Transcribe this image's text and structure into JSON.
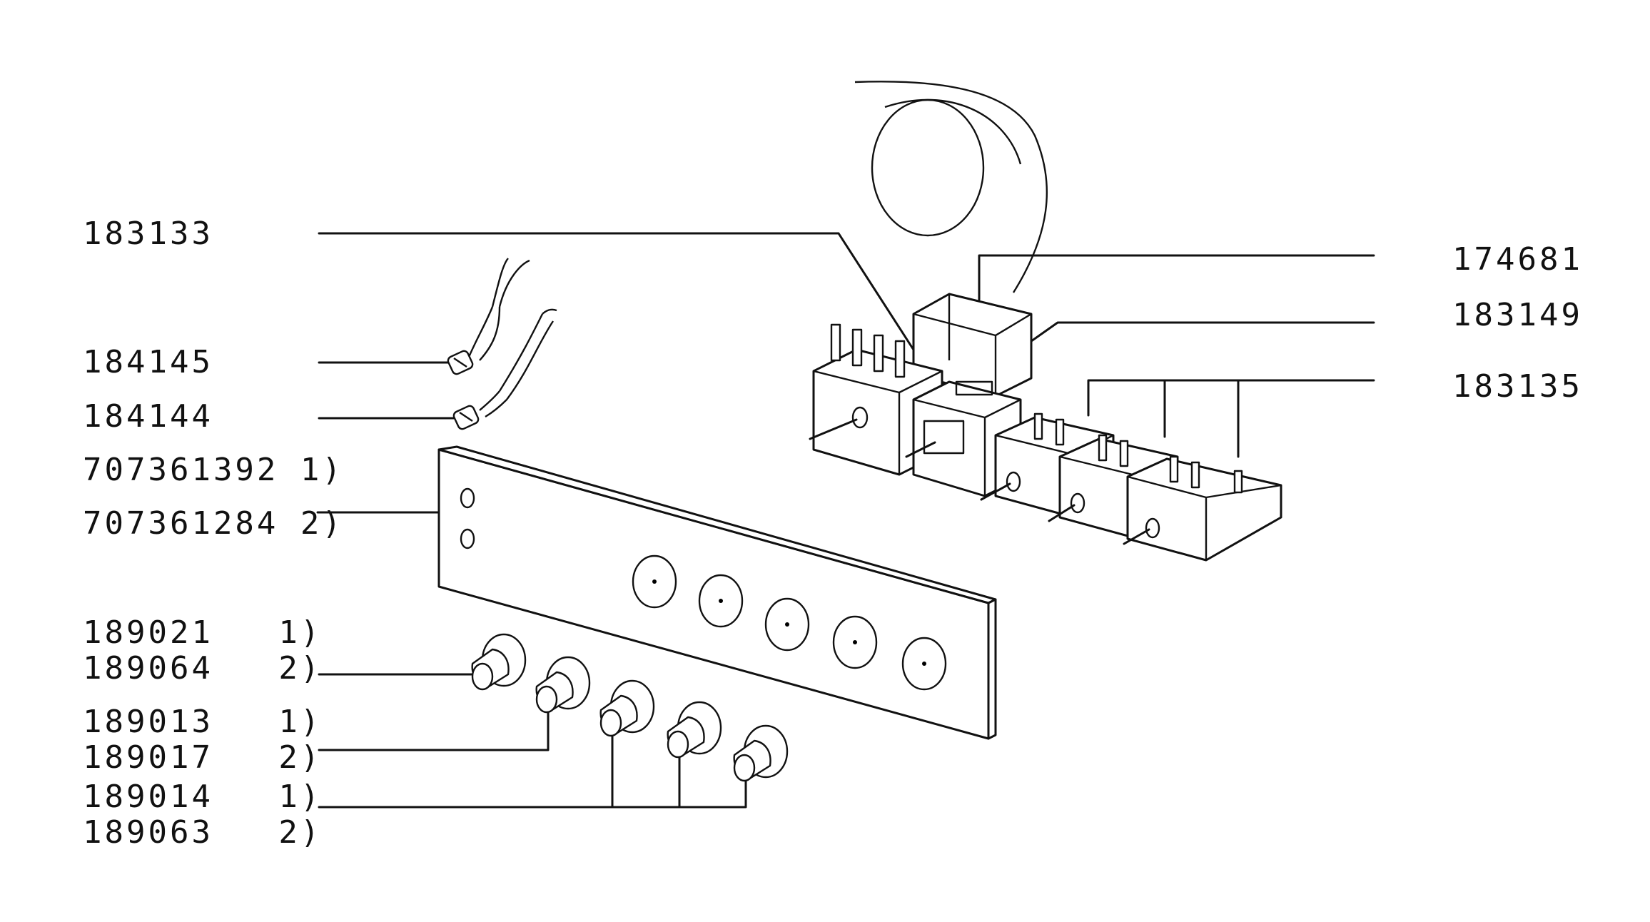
{
  "labels_left": [
    {
      "id": "lbl-183133",
      "text": "183133"
    },
    {
      "id": "lbl-184145",
      "text": "184145"
    },
    {
      "id": "lbl-184144",
      "text": "184144"
    },
    {
      "id": "lbl-707361392",
      "text": "707361392 1)"
    },
    {
      "id": "lbl-707361284",
      "text": "707361284 2)"
    },
    {
      "id": "lbl-189021",
      "text": "189021   1)"
    },
    {
      "id": "lbl-189064",
      "text": "189064   2)"
    },
    {
      "id": "lbl-189013",
      "text": "189013   1)"
    },
    {
      "id": "lbl-189017",
      "text": "189017   2)"
    },
    {
      "id": "lbl-189014",
      "text": "189014   1)"
    },
    {
      "id": "lbl-189063",
      "text": "189063   2)"
    }
  ],
  "labels_right": [
    {
      "id": "lbl-174681",
      "text": "174681"
    },
    {
      "id": "lbl-183149",
      "text": "183149"
    },
    {
      "id": "lbl-183135",
      "text": "183135"
    }
  ]
}
